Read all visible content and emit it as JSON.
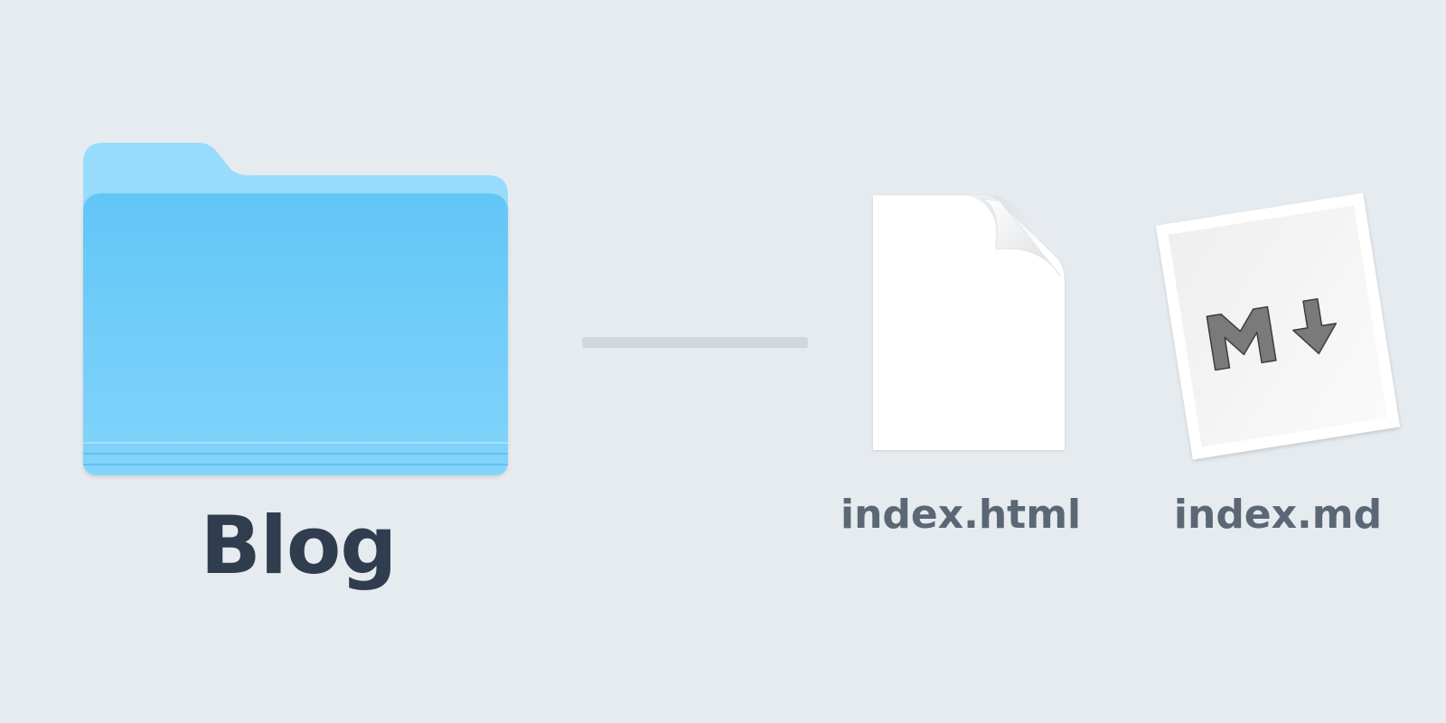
{
  "diagram": {
    "folder": {
      "icon": "folder-icon",
      "label": "Blog",
      "colors": {
        "tab": "#97dcfc",
        "front_top": "#62c6f7",
        "front_bottom": "#82d4fb",
        "edge": "#5bb7e6"
      }
    },
    "files": [
      {
        "icon": "document-icon",
        "label": "index.html"
      },
      {
        "icon": "markdown-file-icon",
        "label": "index.md"
      }
    ],
    "connector_color": "#d2d7dc",
    "background": "#e6ebef"
  }
}
